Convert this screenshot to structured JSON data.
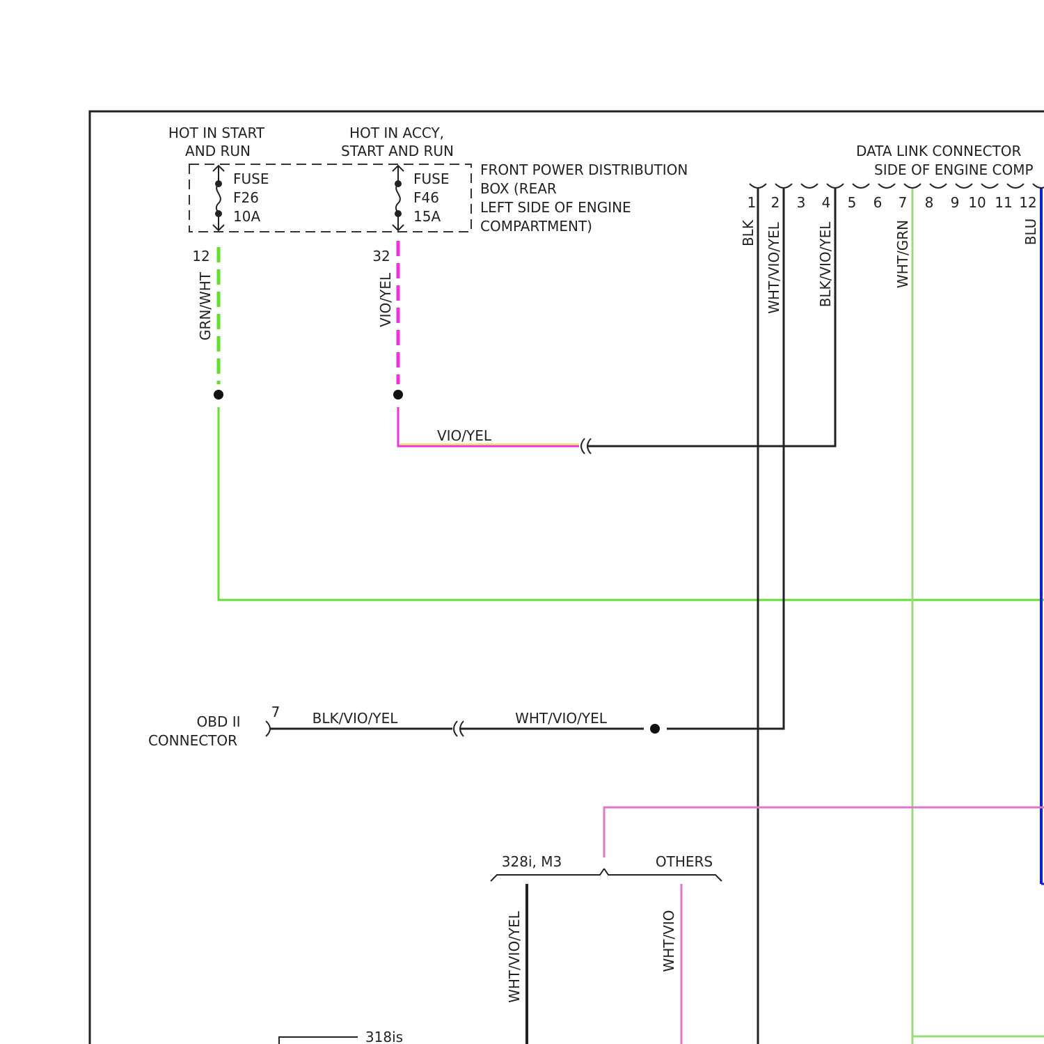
{
  "labels": {
    "hot_start_run_1": "HOT IN START",
    "hot_start_run_2": "AND RUN",
    "hot_accy_1": "HOT IN ACCY,",
    "hot_accy_2": "START AND RUN",
    "fuse_word": "FUSE",
    "fuse1_id": "F26",
    "fuse1_amp": "10A",
    "fuse2_id": "F46",
    "fuse2_amp": "15A",
    "fpd_1": "FRONT POWER DISTRIBUTION",
    "fpd_2": "BOX (REAR",
    "fpd_3": "LEFT SIDE OF ENGINE",
    "fpd_4": "COMPARTMENT)",
    "dlc_1": "DATA LINK CONNECTOR",
    "dlc_2": "SIDE OF ENGINE COMP",
    "term_12": "12",
    "term_32": "32",
    "wire_grn_wht": "GRN/WHT",
    "wire_vio_yel_v": "VIO/YEL",
    "wire_vio_yel_h": "VIO/YEL",
    "wire_blk": "BLK",
    "wire_wht_vio_yel_dlc": "WHT/VIO/YEL",
    "wire_blk_vio_yel_dlc": "BLK/VIO/YEL",
    "wire_wht_grn": "WHT/GRN",
    "wire_blu": "BLU",
    "obd_1": "OBD II",
    "obd_2": "CONNECTOR",
    "obd_pin": "7",
    "wire_blk_vio_yel_obd": "BLK/VIO/YEL",
    "wire_wht_vio_yel_obd": "WHT/VIO/YEL",
    "variant_a": "328i, M3",
    "variant_b": "OTHERS",
    "wire_wht_vio_yel_bottom": "WHT/VIO/YEL",
    "wire_wht_vio_bottom": "WHT/VIO",
    "variant_c": "318is"
  },
  "pins": [
    "1",
    "2",
    "3",
    "4",
    "5",
    "6",
    "7",
    "8",
    "9",
    "10",
    "11",
    "12"
  ],
  "colors": {
    "black": "#222222",
    "green": "#66dd33",
    "green_light": "#99dd77",
    "magenta": "#ee33dd",
    "magenta_light": "#dd77cc",
    "yellow": "#eeee44",
    "blue": "#1122cc"
  }
}
